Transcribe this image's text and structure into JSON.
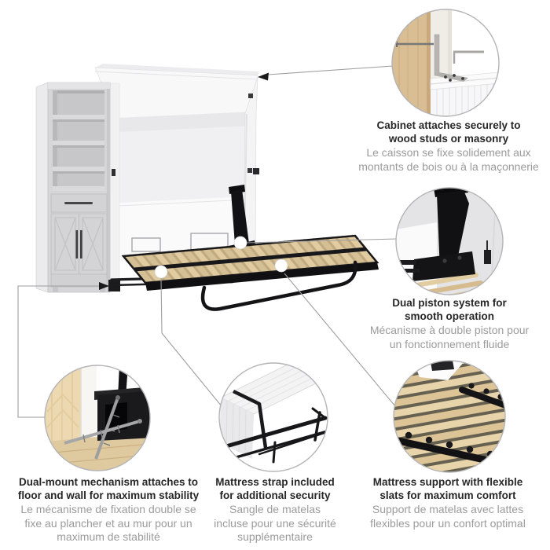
{
  "diagram": {
    "type": "product-feature-callout-diagram",
    "product": "Murphy wall bed with slat platform and storage tower",
    "languages": [
      "en",
      "fr"
    ]
  },
  "colors": {
    "background": "#ffffff",
    "heading_text": "#272727",
    "subtext": "#9b9b9b",
    "circle_stroke": "#b4b4b6",
    "connector_line": "#9e9ea0",
    "arrow": "#1a1a1a",
    "tower_gray": "#d6d6d8",
    "bed_white": "#f5f5f6",
    "slat_wood": "#ddc79d",
    "metal_black": "#141416",
    "stud_wood": "#d9bd93"
  },
  "callouts": [
    {
      "id": "cabinet-attachment",
      "en": [
        "Cabinet attaches securely to",
        "wood studs or masonry"
      ],
      "fr": [
        "Le caisson se fixe solidement aux",
        "montants de bois ou à la maçonnerie"
      ]
    },
    {
      "id": "dual-piston",
      "en": [
        "Dual piston system for",
        "smooth operation"
      ],
      "fr": [
        "Mécanisme à double piston pour",
        "un fonctionnement fluide"
      ]
    },
    {
      "id": "dual-mount",
      "en": [
        "Dual-mount mechanism attaches to",
        "floor and wall for maximum stability"
      ],
      "fr": [
        "Le mécanisme de fixation double se",
        "fixe au plancher et au mur pour un",
        "maximum de stabilité"
      ]
    },
    {
      "id": "mattress-strap",
      "en": [
        "Mattress strap included",
        "for additional security"
      ],
      "fr": [
        "Sangle de matelas",
        "incluse pour une sécurité",
        "supplémentaire"
      ]
    },
    {
      "id": "mattress-support",
      "en": [
        "Mattress support with flexible",
        "slats for maximum comfort"
      ],
      "fr": [
        "Support de matelas avec lattes",
        "flexibles pour un confort optimal"
      ]
    }
  ]
}
